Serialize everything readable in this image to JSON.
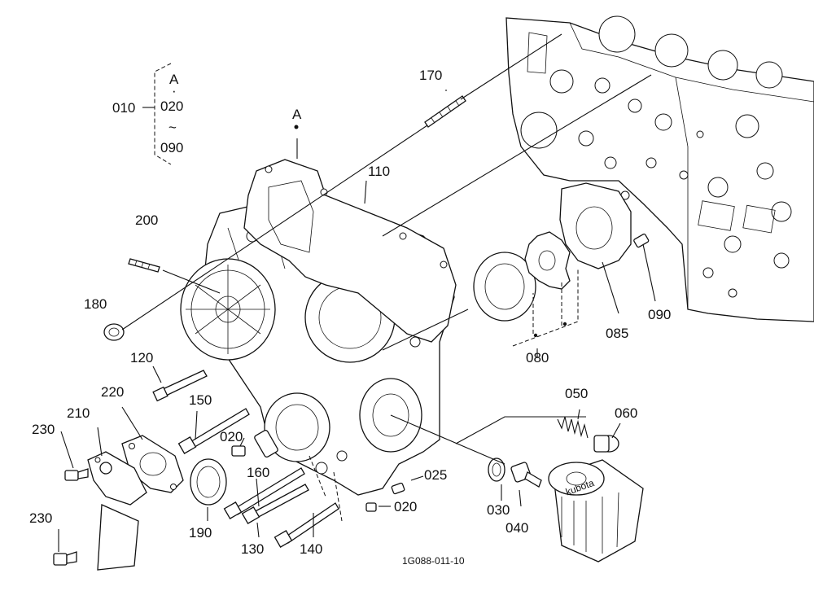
{
  "group": {
    "top_label": "A",
    "dot": "·",
    "from_label": "020",
    "tilde": "~",
    "to_label": "090",
    "parent_label": "010"
  },
  "callouts": {
    "A": "A",
    "170": "170",
    "110": "110",
    "200": "200",
    "180": "180",
    "120": "120",
    "220": "220",
    "210": "210",
    "230a": "230",
    "230b": "230",
    "150": "150",
    "020a": "020",
    "160": "160",
    "190": "190",
    "130": "130",
    "140": "140",
    "020b": "020",
    "025": "025",
    "030": "030",
    "040": "040",
    "050": "050",
    "060": "060",
    "080": "080",
    "085": "085",
    "090": "090"
  },
  "figure_code": "1G088-011-10",
  "filter_brand": "kubota"
}
